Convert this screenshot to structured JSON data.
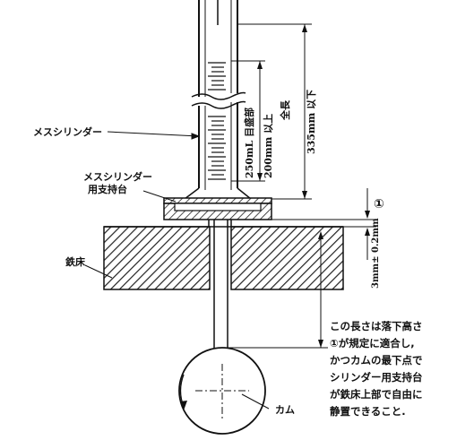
{
  "labels": {
    "cylinder": "メスシリンダー",
    "support_line1": "メスシリンダー",
    "support_line2": "用支持台",
    "iron_bed": "鉄床",
    "cam": "カム",
    "marker": "①"
  },
  "dimensions": {
    "scale_volume": "250mL 目盛部",
    "scale_length": "200mm 以上",
    "total_label": "全長",
    "total_value": "335mm 以下",
    "drop_height": "3mm± 0.2mm"
  },
  "note_lines": [
    "この長さは落下高さ",
    "①が規定に適合し,",
    "かつカムの最下点で",
    "シリンダー用支持台",
    "が鉄床上部で自由に",
    "静置できること."
  ]
}
